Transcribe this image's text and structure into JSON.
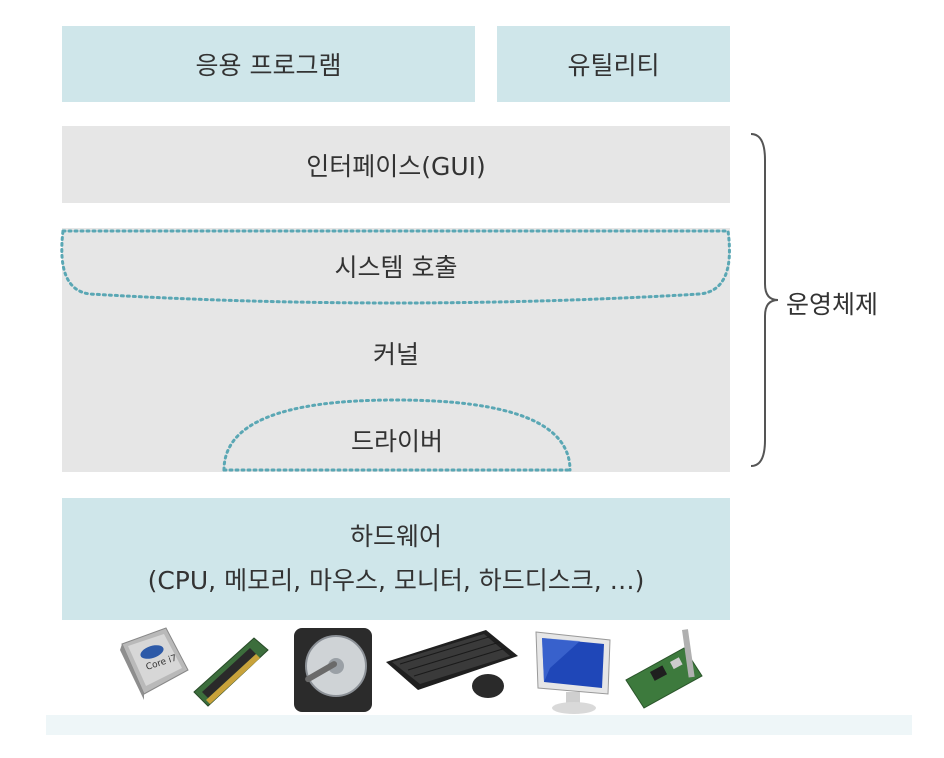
{
  "layers": {
    "app": "응용 프로그램",
    "utility": "유틸리티",
    "interface": "인터페이스(GUI)",
    "syscall": "시스템 호출",
    "kernel": "커널",
    "driver": "드라이버",
    "hardware_title": "하드웨어",
    "hardware_detail": "(CPU, 메모리, 마우스, 모니터, 하드디스크, …)"
  },
  "brace_label": "운영체제",
  "devices": [
    "cpu-chip",
    "memory-module",
    "hard-disk",
    "keyboard-mouse",
    "monitor",
    "network-card"
  ],
  "colors": {
    "blue_layer": "#cfe6ea",
    "gray_layer": "#e6e6e6",
    "dotted": "#5aa7b4"
  }
}
